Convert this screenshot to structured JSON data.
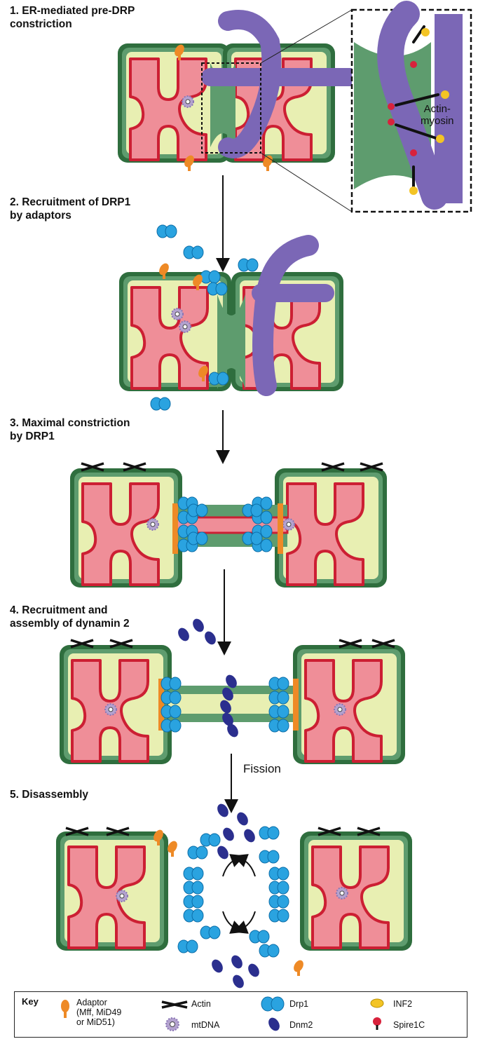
{
  "steps": [
    {
      "label": "1. ER-mediated pre-DRP\nconstriction"
    },
    {
      "label": "2. Recruitment of DRP1\nby adaptors"
    },
    {
      "label": "3. Maximal constriction\nby DRP1"
    },
    {
      "label": "4. Recruitment and\nassembly of dynamin 2"
    },
    {
      "label": "5. Disassembly"
    }
  ],
  "inset_label": "Actin-\nmyosin",
  "fission_label": "Fission",
  "key": {
    "title": "Key",
    "adaptor": "Adaptor\n(Mff, MiD49\nor MiD51)",
    "actin": "Actin",
    "mtdna": "mtDNA",
    "drp1": "Drp1",
    "dnm2": "Dnm2",
    "inf2": "INF2",
    "spire1c": "Spire1C"
  },
  "colors": {
    "outer_membrane": "#2f6e3e",
    "intermembrane": "#5e9c6e",
    "matrix_bg": "#e8efb2",
    "cristae_fill": "#ef8e98",
    "cristae_edge": "#cc1f33",
    "er": "#7b67b6",
    "adaptor": "#ee8a26",
    "drp1": "#2aa3e0",
    "dnm2": "#2b2f8e",
    "inf2": "#f3c425",
    "spire1c": "#d8223c"
  }
}
